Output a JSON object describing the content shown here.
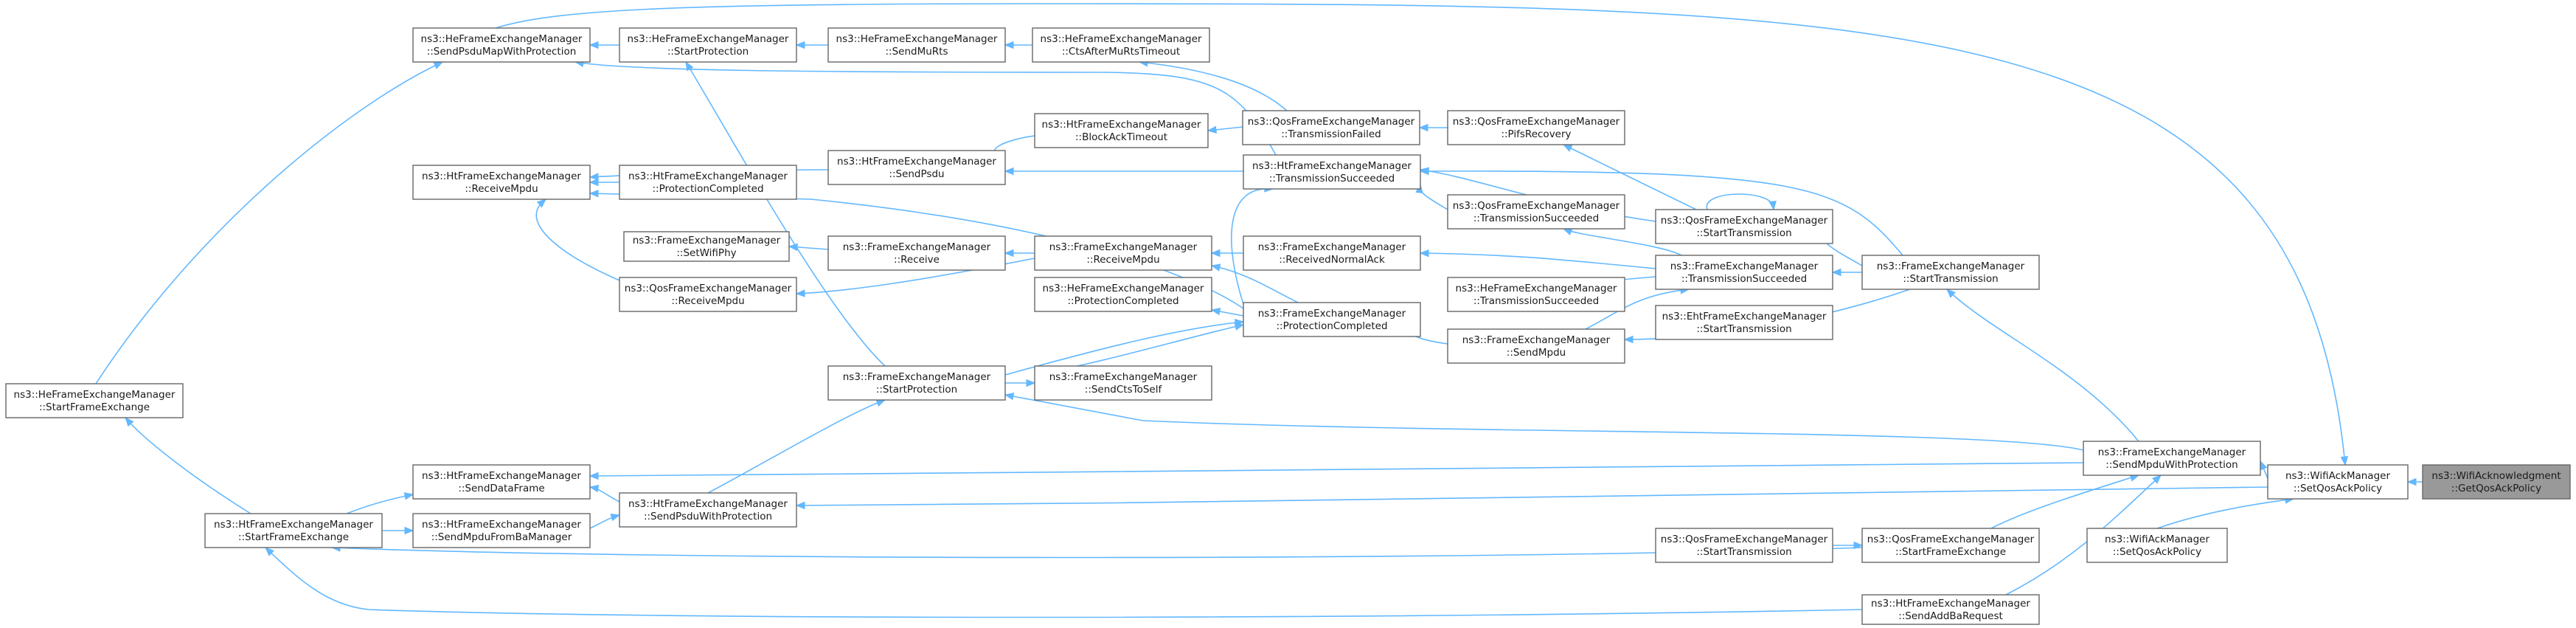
{
  "colors": {
    "edge": "#63b8ff",
    "node_border": "#666666",
    "node_fill": "#ffffff",
    "highlight_fill": "#999999",
    "text": "#1a1a1a"
  },
  "nodes": [
    {
      "id": "n0",
      "l1": "ns3::HeFrameExchangeManager",
      "l2": "::SendPsduMapWithProtection"
    },
    {
      "id": "n1",
      "l1": "ns3::HeFrameExchangeManager",
      "l2": "::StartProtection"
    },
    {
      "id": "n2",
      "l1": "ns3::HeFrameExchangeManager",
      "l2": "::SendMuRts"
    },
    {
      "id": "n3",
      "l1": "ns3::HeFrameExchangeManager",
      "l2": "::CtsAfterMuRtsTimeout"
    },
    {
      "id": "n4",
      "l1": "ns3::HtFrameExchangeManager",
      "l2": "::BlockAckTimeout"
    },
    {
      "id": "n5",
      "l1": "ns3::QosFrameExchangeManager",
      "l2": "::TransmissionFailed"
    },
    {
      "id": "n6",
      "l1": "ns3::QosFrameExchangeManager",
      "l2": "::PifsRecovery"
    },
    {
      "id": "n7",
      "l1": "ns3::HtFrameExchangeManager",
      "l2": "::ReceiveMpdu"
    },
    {
      "id": "n8",
      "l1": "ns3::HtFrameExchangeManager",
      "l2": "::ProtectionCompleted"
    },
    {
      "id": "n9",
      "l1": "ns3::HtFrameExchangeManager",
      "l2": "::SendPsdu"
    },
    {
      "id": "n10",
      "l1": "ns3::HtFrameExchangeManager",
      "l2": "::TransmissionSucceeded"
    },
    {
      "id": "n11",
      "l1": "ns3::QosFrameExchangeManager",
      "l2": "::TransmissionSucceeded"
    },
    {
      "id": "n12",
      "l1": "ns3::QosFrameExchangeManager",
      "l2": "::StartTransmission"
    },
    {
      "id": "n13",
      "l1": "ns3::FrameExchangeManager",
      "l2": "::SetWifiPhy"
    },
    {
      "id": "n14",
      "l1": "ns3::FrameExchangeManager",
      "l2": "::Receive"
    },
    {
      "id": "n15",
      "l1": "ns3::FrameExchangeManager",
      "l2": "::ReceiveMpdu"
    },
    {
      "id": "n16",
      "l1": "ns3::FrameExchangeManager",
      "l2": "::ReceivedNormalAck"
    },
    {
      "id": "n17",
      "l1": "ns3::QosFrameExchangeManager",
      "l2": "::ReceiveMpdu"
    },
    {
      "id": "n18",
      "l1": "ns3::FrameExchangeManager",
      "l2": "::TransmissionSucceeded"
    },
    {
      "id": "n19",
      "l1": "ns3::FrameExchangeManager",
      "l2": "::StartTransmission"
    },
    {
      "id": "n20",
      "l1": "ns3::HeFrameExchangeManager",
      "l2": "::TransmissionSucceeded"
    },
    {
      "id": "n21",
      "l1": "ns3::HeFrameExchangeManager",
      "l2": "::ProtectionCompleted"
    },
    {
      "id": "n22",
      "l1": "ns3::FrameExchangeManager",
      "l2": "::ProtectionCompleted"
    },
    {
      "id": "n23",
      "l1": "ns3::EhtFrameExchangeManager",
      "l2": "::StartTransmission"
    },
    {
      "id": "n24",
      "l1": "ns3::HeFrameExchangeManager",
      "l2": "::StartFrameExchange"
    },
    {
      "id": "n25",
      "l1": "ns3::FrameExchangeManager",
      "l2": "::SendMpdu"
    },
    {
      "id": "n26",
      "l1": "ns3::FrameExchangeManager",
      "l2": "::StartProtection"
    },
    {
      "id": "n27",
      "l1": "ns3::FrameExchangeManager",
      "l2": "::SendCtsToSelf"
    },
    {
      "id": "n28",
      "l1": "ns3::HtFrameExchangeManager",
      "l2": "::SendDataFrame"
    },
    {
      "id": "n29",
      "l1": "ns3::FrameExchangeManager",
      "l2": "::SendMpduWithProtection"
    },
    {
      "id": "n30",
      "l1": "ns3::WifiAckManager",
      "l2": "::SetQosAckPolicy"
    },
    {
      "id": "n31",
      "l1": "ns3::WifiAcknowledgment",
      "l2": "::GetQosAckPolicy"
    },
    {
      "id": "n32",
      "l1": "ns3::HtFrameExchangeManager",
      "l2": "::StartFrameExchange"
    },
    {
      "id": "n33",
      "l1": "ns3::HtFrameExchangeManager",
      "l2": "::SendPsduWithProtection"
    },
    {
      "id": "n34",
      "l1": "ns3::HtFrameExchangeManager",
      "l2": "::SendMpduFromBaManager"
    },
    {
      "id": "n35",
      "l1": "ns3::WifiAckManager",
      "l2": "::SetQosAckPolicy"
    },
    {
      "id": "n36",
      "l1": "ns3::QosFrameExchangeManager",
      "l2": "::StartTransmission"
    },
    {
      "id": "n37",
      "l1": "ns3::QosFrameExchangeManager",
      "l2": "::StartFrameExchange"
    },
    {
      "id": "n38",
      "l1": "ns3::HtFrameExchangeManager",
      "l2": "::SendAddBaRequest"
    }
  ]
}
